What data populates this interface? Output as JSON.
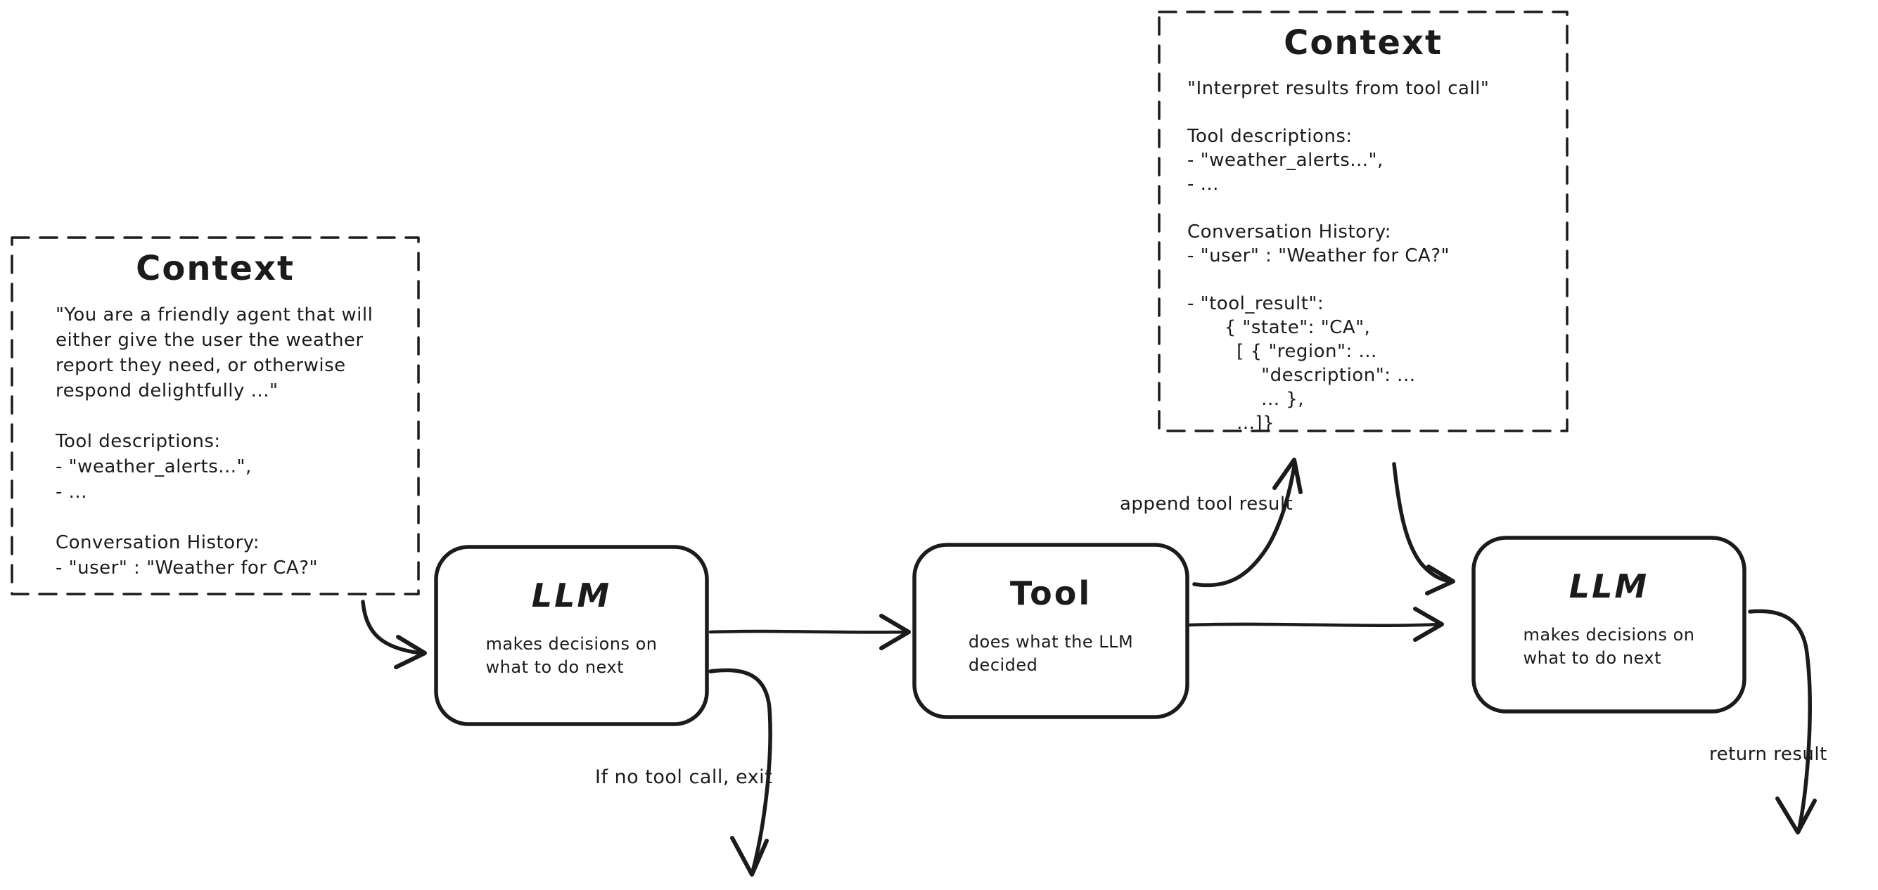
{
  "ink_color": "#1b1b1b",
  "background_color": "#ffffff",
  "context_left": {
    "title": "Context",
    "lines": [
      "\"You are a friendly agent that will",
      "either give the user the weather",
      "report they need, or otherwise",
      "respond delightfully ...\"",
      "",
      "Tool descriptions:",
      "- \"weather_alerts...\",",
      "- ...",
      "",
      "Conversation History:",
      "- \"user\" : \"Weather for CA?\""
    ]
  },
  "context_right": {
    "title": "Context",
    "lines": [
      "\"Interpret results from tool call\"",
      "",
      "Tool descriptions:",
      "- \"weather_alerts...\",",
      "- ...",
      "",
      "Conversation History:",
      "- \"user\" : \"Weather for CA?\"",
      "",
      "- \"tool_result\":",
      "      { \"state\": \"CA\",",
      "        [ { \"region\": ...",
      "            \"description\": ...",
      "            ... },",
      "        ...]}"
    ]
  },
  "nodes": {
    "llm1": {
      "title": "LLM",
      "sub": [
        "makes decisions on",
        "what to do next"
      ]
    },
    "tool": {
      "title": "Tool",
      "sub": [
        "does what the LLM",
        "decided"
      ]
    },
    "llm2": {
      "title": "LLM",
      "sub": [
        "makes decisions on",
        "what to do next"
      ]
    }
  },
  "labels": {
    "append_tool_result": "append tool result",
    "if_no_tool_call": "If no tool call, exit",
    "return_result": "return result"
  }
}
